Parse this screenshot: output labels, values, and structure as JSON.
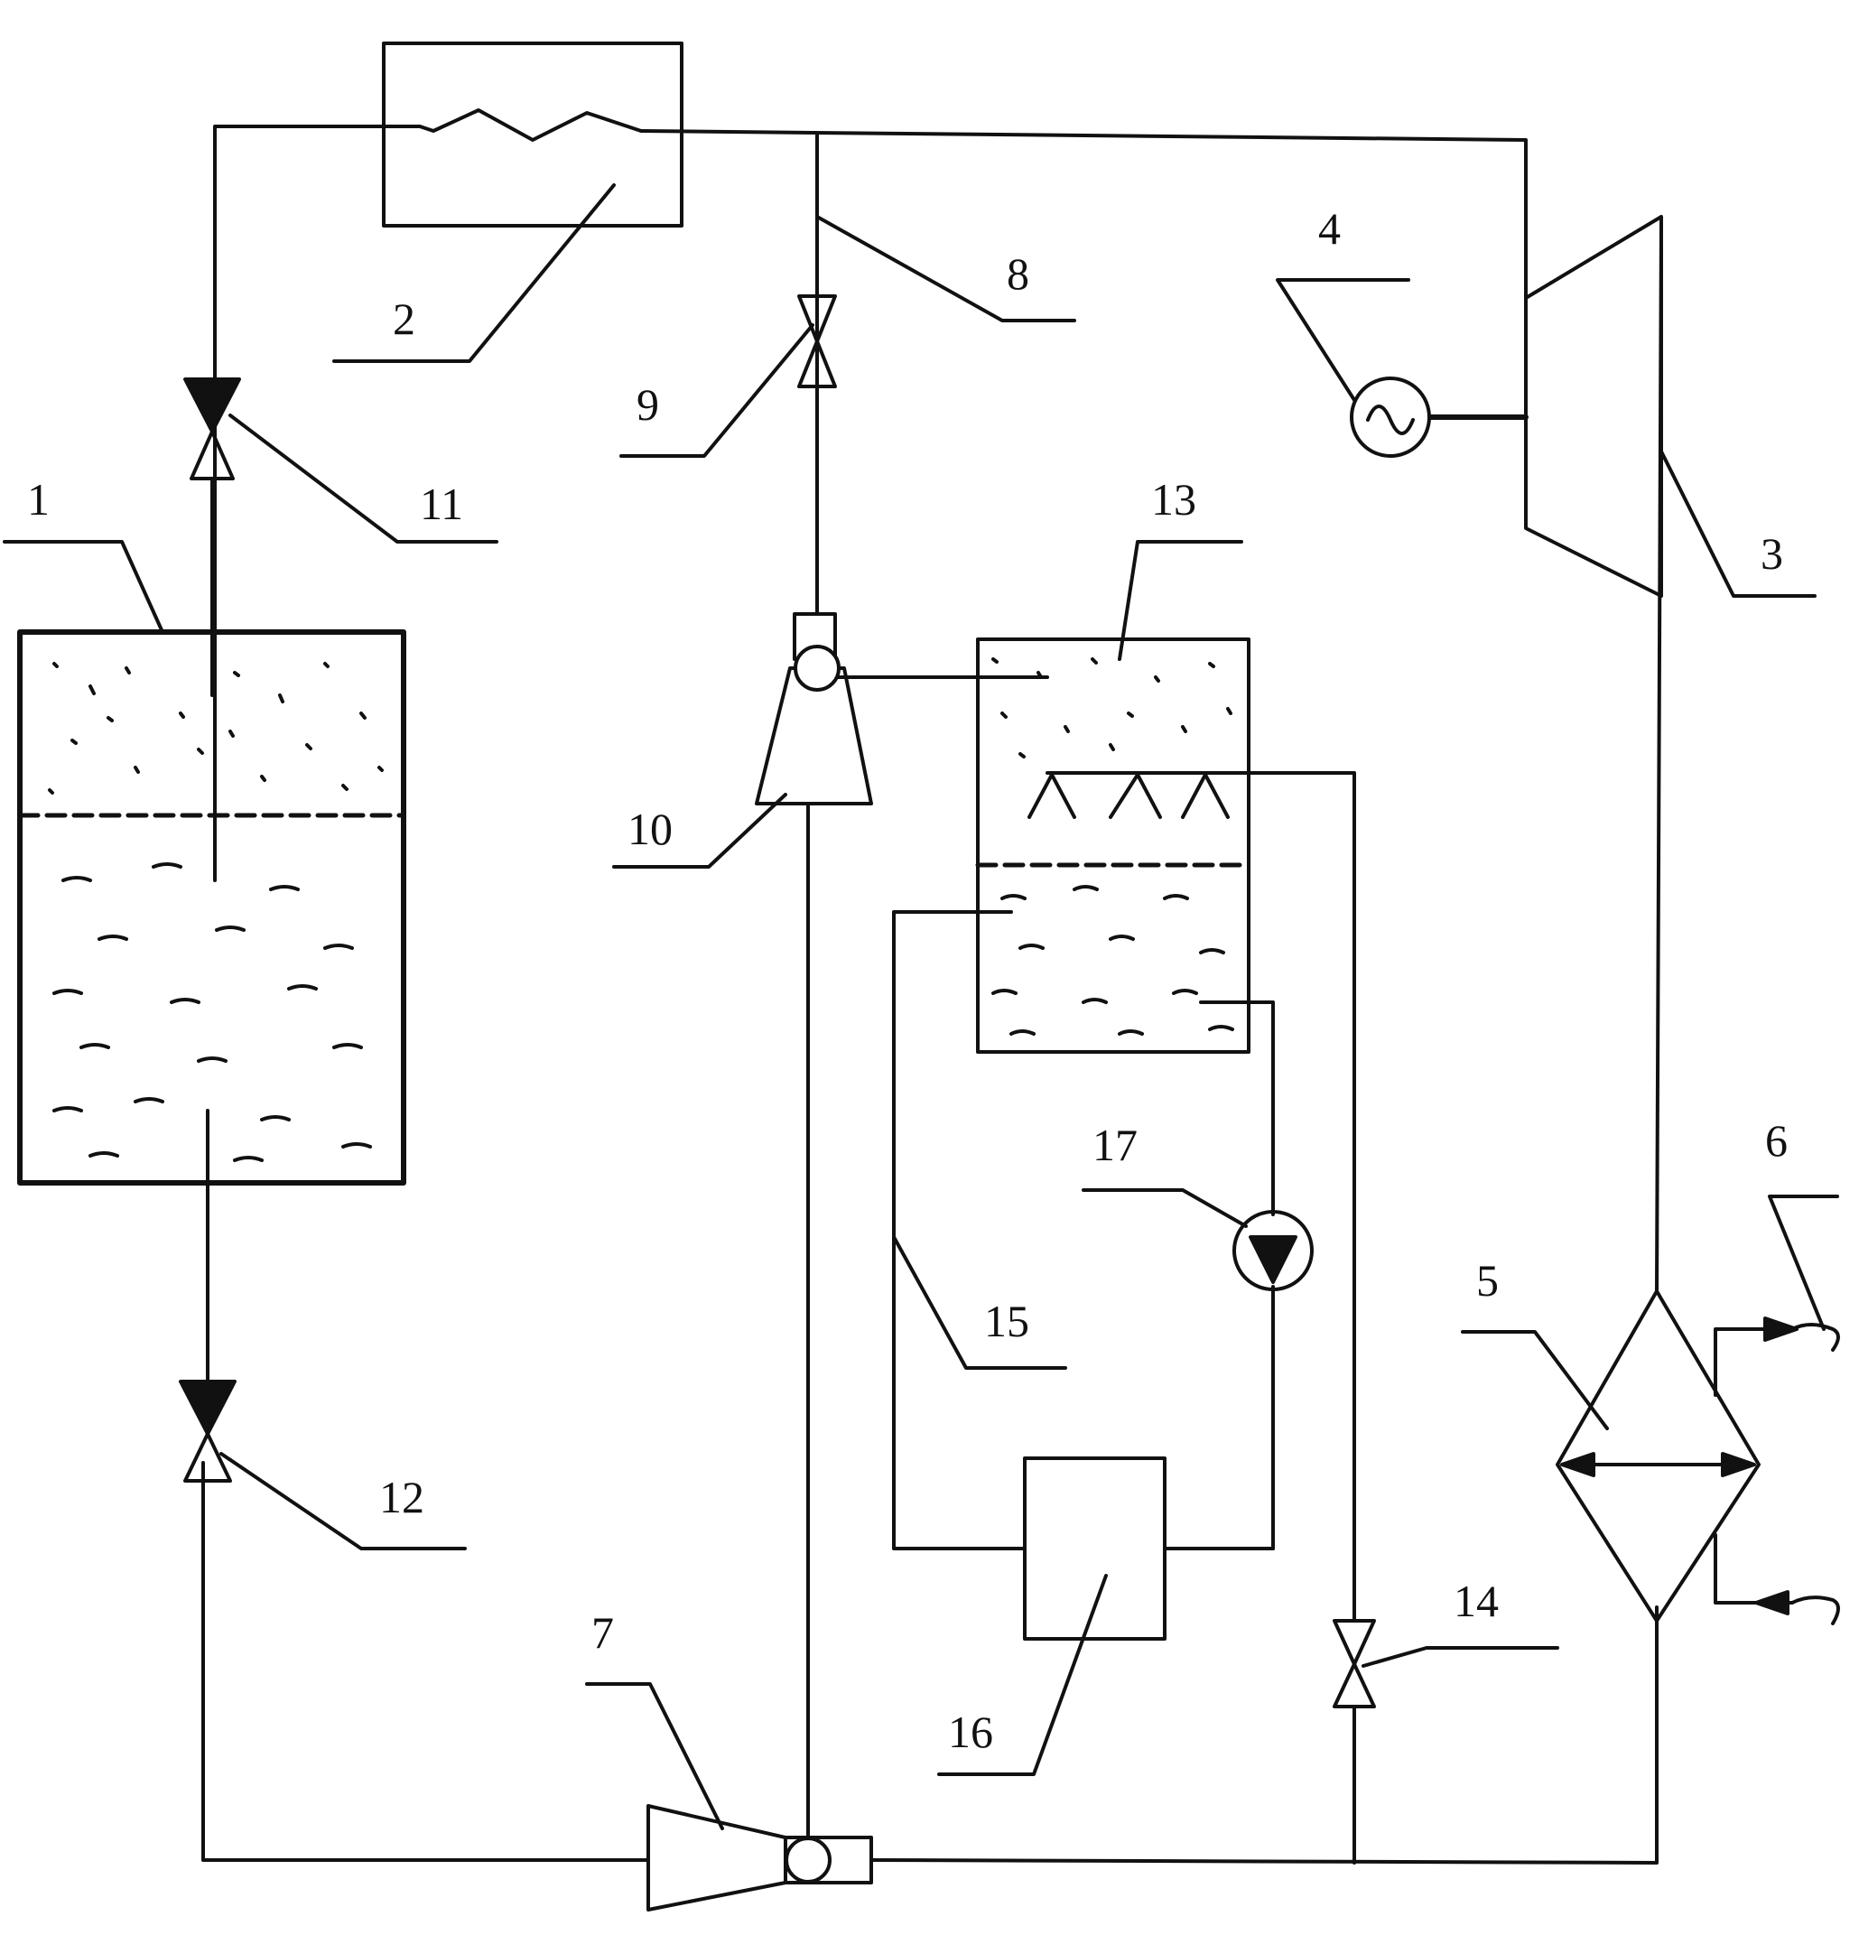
{
  "labels": {
    "l1": "1",
    "l2": "2",
    "l3": "3",
    "l4": "4",
    "l5": "5",
    "l6": "6",
    "l7": "7",
    "l8": "8",
    "l9": "9",
    "l10": "10",
    "l11": "11",
    "l12": "12",
    "l13": "13",
    "l14": "14",
    "l15": "15",
    "l16": "16",
    "l17": "17"
  },
  "colors": {
    "line": "#111111",
    "background": "#ffffff"
  }
}
